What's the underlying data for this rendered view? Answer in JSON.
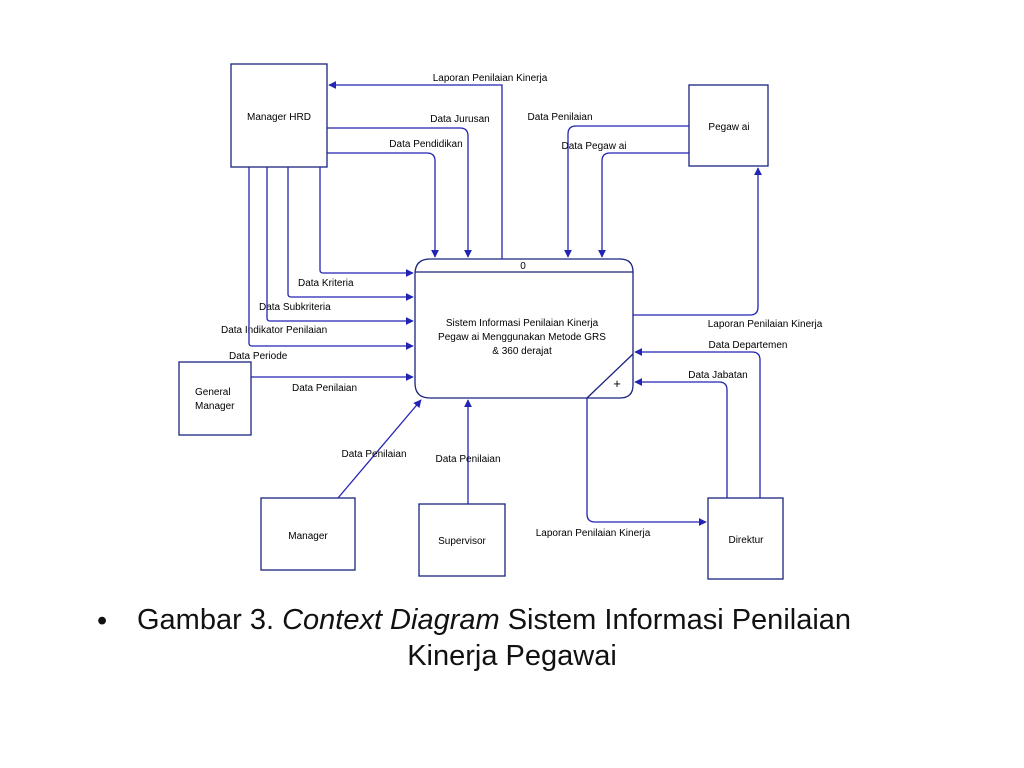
{
  "process": {
    "number": "0",
    "name_lines": [
      "Sistem Informasi Penilaian Kinerja",
      "Pegaw ai Menggunakan Metode GRS",
      "& 360 derajat"
    ],
    "marker": "+"
  },
  "entities": {
    "manager_hrd": "Manager HRD",
    "pegawai": "Pegaw ai",
    "general_manager": [
      "General",
      "Manager"
    ],
    "manager": "Manager",
    "supervisor": "Supervisor",
    "direktur": "Direktur"
  },
  "flows": {
    "laporan_hrd": "Laporan Penilaian Kinerja",
    "data_jurusan": "Data Jurusan",
    "data_pendidikan": "Data Pendidikan",
    "data_penilaian_pegawai": "Data Penilaian",
    "data_pegawai": "Data Pegaw ai",
    "data_kriteria": "Data Kriteria",
    "data_subkriteria": "Data Subkriteria",
    "data_indikator": "Data Indikator Penilaian",
    "data_periode": "Data Periode",
    "data_penilaian_gm": "Data Penilaian",
    "data_penilaian_manager": "Data Penilaian",
    "data_penilaian_supervisor": "Data Penilaian",
    "laporan_pegawai": "Laporan Penilaian Kinerja",
    "data_departemen": "Data Departemen",
    "data_jabatan": "Data Jabatan",
    "laporan_direktur": "Laporan Penilaian Kinerja"
  },
  "caption": {
    "bullet": "•",
    "prefix": "Gambar 3. ",
    "emphasis": "Context Diagram",
    "suffix": " Sistem Informasi Penilaian",
    "line2": "Kinerja Pegawai"
  },
  "colors": {
    "flow": "#2323b4",
    "entity_border": "#1a237e"
  }
}
